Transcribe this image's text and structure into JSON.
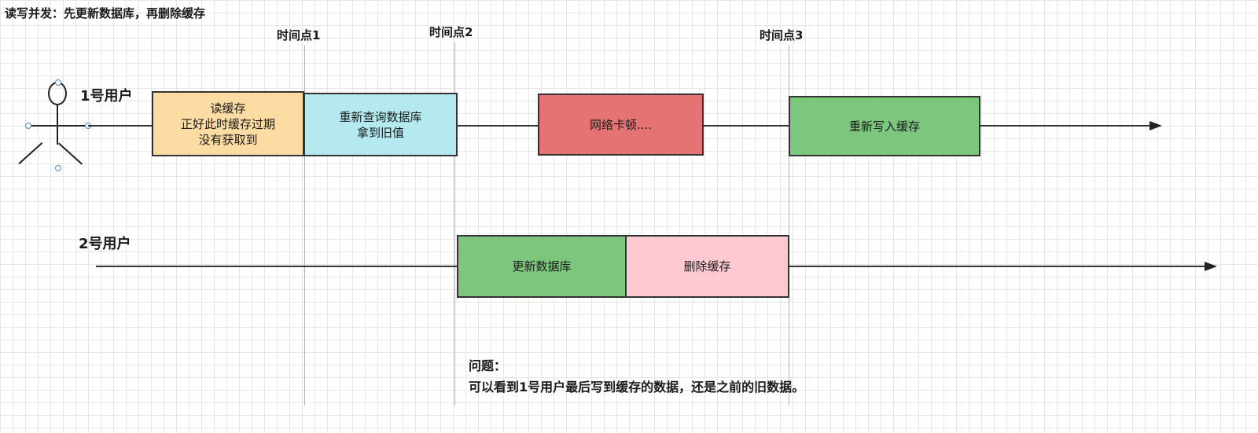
{
  "title": "读写并发：先更新数据库，再删除缓存",
  "time_points": [
    "时间点1",
    "时间点2",
    "时间点3"
  ],
  "user1": {
    "label": "1号用户",
    "steps": [
      {
        "text": "读缓存\n正好此时缓存过期\n没有获取到",
        "color": "#fddca3"
      },
      {
        "text": "重新查询数据库\n拿到旧值",
        "color": "#b3e9ef"
      },
      {
        "text": "网络卡顿....",
        "color": "#e57373"
      },
      {
        "text": "重新写入缓存",
        "color": "#7dc67e"
      }
    ]
  },
  "user2": {
    "label": "2号用户",
    "steps": [
      {
        "text": "更新数据库",
        "color": "#7dc67e"
      },
      {
        "text": "删除缓存",
        "color": "#ffc9d2"
      }
    ]
  },
  "note": {
    "heading": "问题：",
    "body": "可以看到1号用户最后写到缓存的数据，还是之前的旧数据。"
  }
}
